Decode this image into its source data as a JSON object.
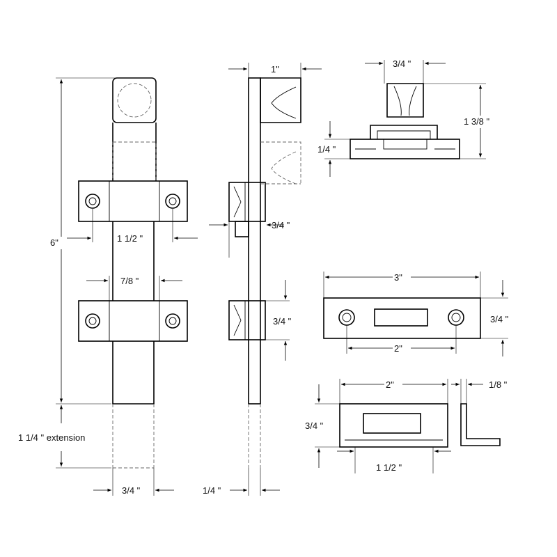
{
  "labels": {
    "knob_width": "1\"",
    "top_width": "3/4  \"",
    "top_height": "1 3/8  \"",
    "top_base": "1/4  \"",
    "overall_length": "6\"",
    "hole_spacing": "1 1/2  \"",
    "bolt_width": "7/8  \"",
    "side_gap": "3/4  \"",
    "side_guide": "3/4  \"",
    "extension": "1 1/4  \" extension",
    "bottom_width": "3/4  \"",
    "side_thickness": "1/4  \"",
    "strike_length": "3\"",
    "strike_height": "3/4  \"",
    "strike_holes": "2\"",
    "keeper_width": "2\"",
    "keeper_thick": "1/8  \"",
    "keeper_height": "3/4  \"",
    "keeper_slot": "1 1/2  \""
  }
}
